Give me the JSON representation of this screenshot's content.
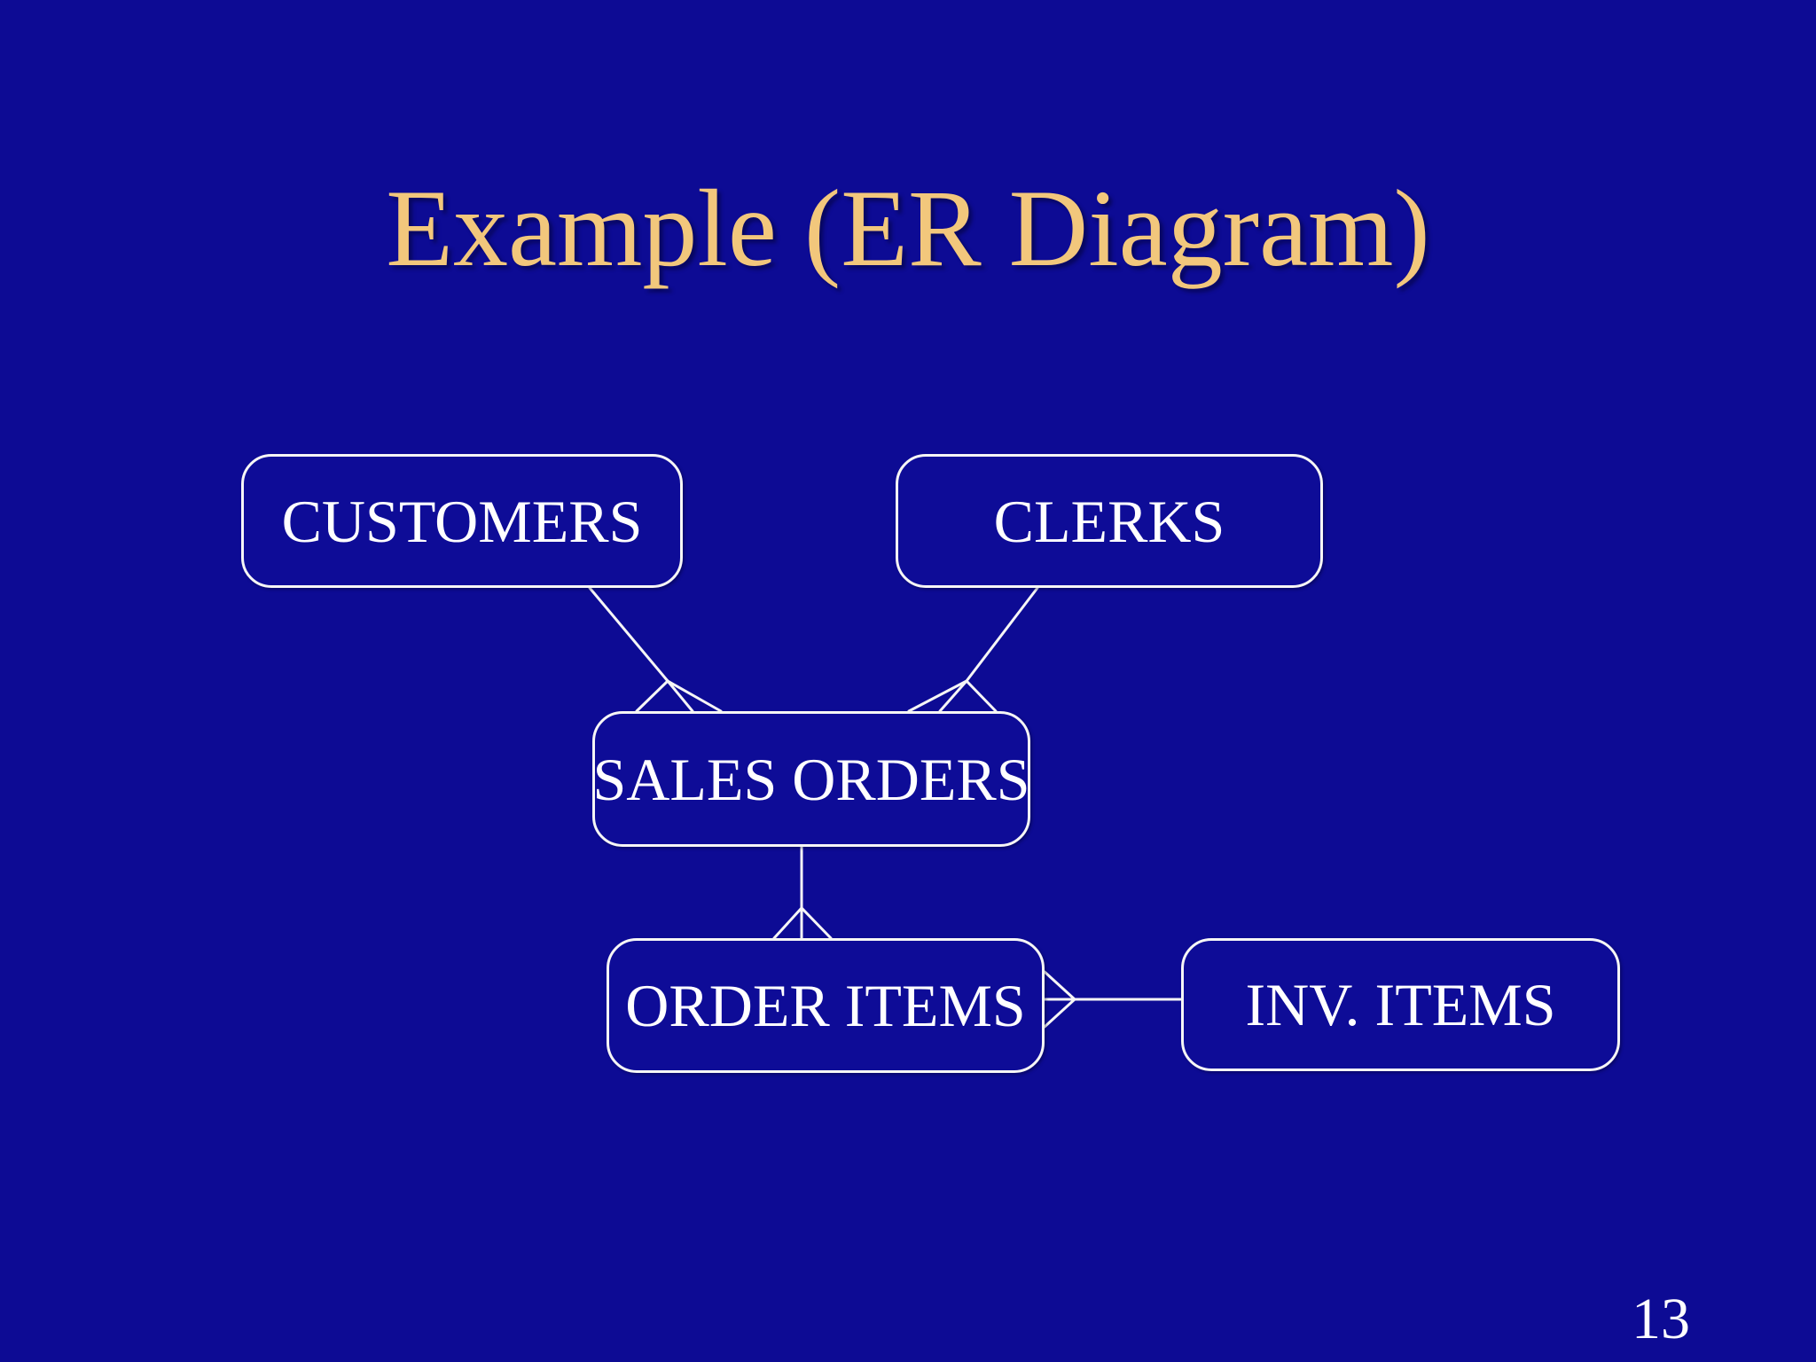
{
  "slide": {
    "title": "Example (ER Diagram)",
    "page_number": "13",
    "colors": {
      "background": "#0d0b94",
      "box_fill": "#0e0c97",
      "box_border": "#f6f6f6",
      "box_text": "#ffffff",
      "connector": "#f6f6f6",
      "title": "#f2c77c"
    }
  },
  "diagram": {
    "type": "entity-relationship",
    "notation": "crows-foot",
    "entities": [
      {
        "id": "customers",
        "label": "CUSTOMERS"
      },
      {
        "id": "clerks",
        "label": "CLERKS"
      },
      {
        "id": "sales-orders",
        "label": "SALES ORDERS"
      },
      {
        "id": "order-items",
        "label": "ORDER ITEMS"
      },
      {
        "id": "inv-items",
        "label": "INV. ITEMS"
      }
    ],
    "relationships": [
      {
        "from": "CUSTOMERS",
        "to": "SALES ORDERS",
        "cardinality": "one-to-many",
        "many_end": "SALES ORDERS"
      },
      {
        "from": "CLERKS",
        "to": "SALES ORDERS",
        "cardinality": "one-to-many",
        "many_end": "SALES ORDERS"
      },
      {
        "from": "SALES ORDERS",
        "to": "ORDER ITEMS",
        "cardinality": "one-to-many",
        "many_end": "ORDER ITEMS"
      },
      {
        "from": "INV. ITEMS",
        "to": "ORDER ITEMS",
        "cardinality": "one-to-many",
        "many_end": "ORDER ITEMS"
      }
    ]
  }
}
